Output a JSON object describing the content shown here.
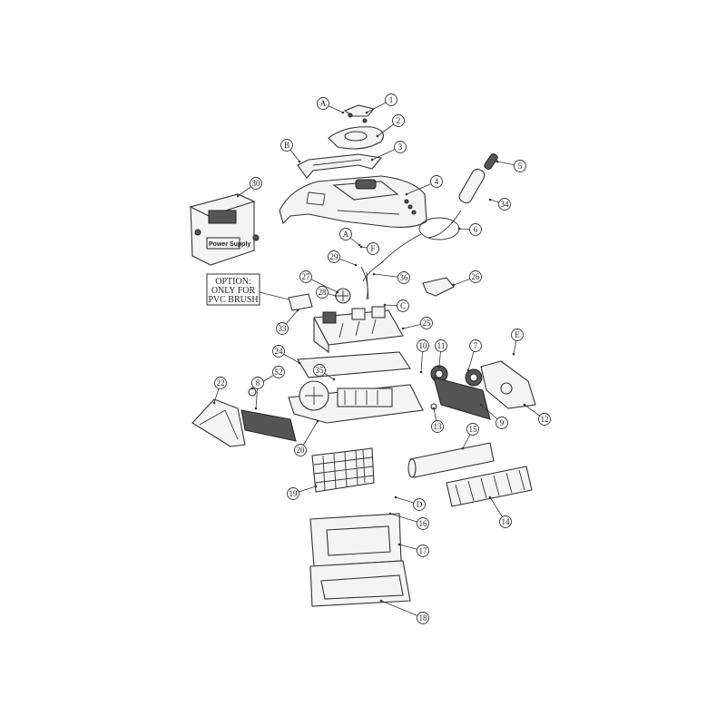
{
  "diagram": {
    "option_note": [
      "OPTION:",
      "ONLY FOR",
      "PVC BRUSH"
    ],
    "power_supply_label": "Power Supply",
    "callouts": [
      {
        "label": "1"
      },
      {
        "label": "2"
      },
      {
        "label": "3"
      },
      {
        "label": "4"
      },
      {
        "label": "5"
      },
      {
        "label": "6"
      },
      {
        "label": "7"
      },
      {
        "label": "8"
      },
      {
        "label": "9"
      },
      {
        "label": "10"
      },
      {
        "label": "11"
      },
      {
        "label": "12"
      },
      {
        "label": "13"
      },
      {
        "label": "14"
      },
      {
        "label": "15"
      },
      {
        "label": "16"
      },
      {
        "label": "17"
      },
      {
        "label": "18"
      },
      {
        "label": "19"
      },
      {
        "label": "20"
      },
      {
        "label": "22"
      },
      {
        "label": "24"
      },
      {
        "label": "25"
      },
      {
        "label": "26"
      },
      {
        "label": "27"
      },
      {
        "label": "28"
      },
      {
        "label": "29"
      },
      {
        "label": "30"
      },
      {
        "label": "33"
      },
      {
        "label": "34"
      },
      {
        "label": "35"
      },
      {
        "label": "36"
      },
      {
        "label": "52"
      },
      {
        "label": "A"
      },
      {
        "label": "B"
      },
      {
        "label": "A"
      },
      {
        "label": "F"
      },
      {
        "label": "C"
      },
      {
        "label": "E"
      },
      {
        "label": "D"
      }
    ]
  }
}
